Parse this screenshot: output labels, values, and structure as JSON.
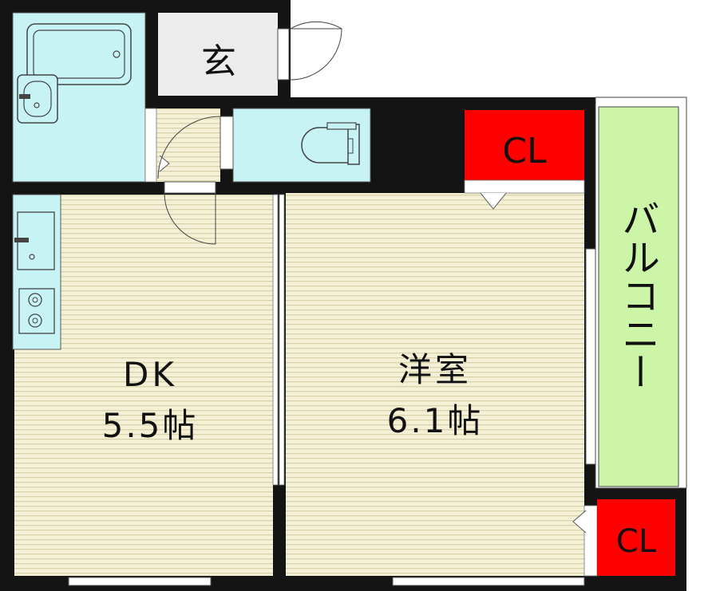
{
  "rooms": {
    "entrance": {
      "label": "玄"
    },
    "dk": {
      "label": "DK",
      "size": "5.5帖"
    },
    "western": {
      "label": "洋室",
      "size": "6.1帖"
    },
    "closet_top": {
      "label": "CL"
    },
    "closet_bottom": {
      "label": "CL"
    },
    "balcony": {
      "label": "バルコニー"
    }
  },
  "colors": {
    "wall": "#141414",
    "floor": "#f4f1d6",
    "floor_stripe": "#d9d4ad",
    "wet_area": "#c8f3f5",
    "entrance_floor": "#ececec",
    "closet": "#ff0000",
    "balcony": "#ccf5a8"
  }
}
